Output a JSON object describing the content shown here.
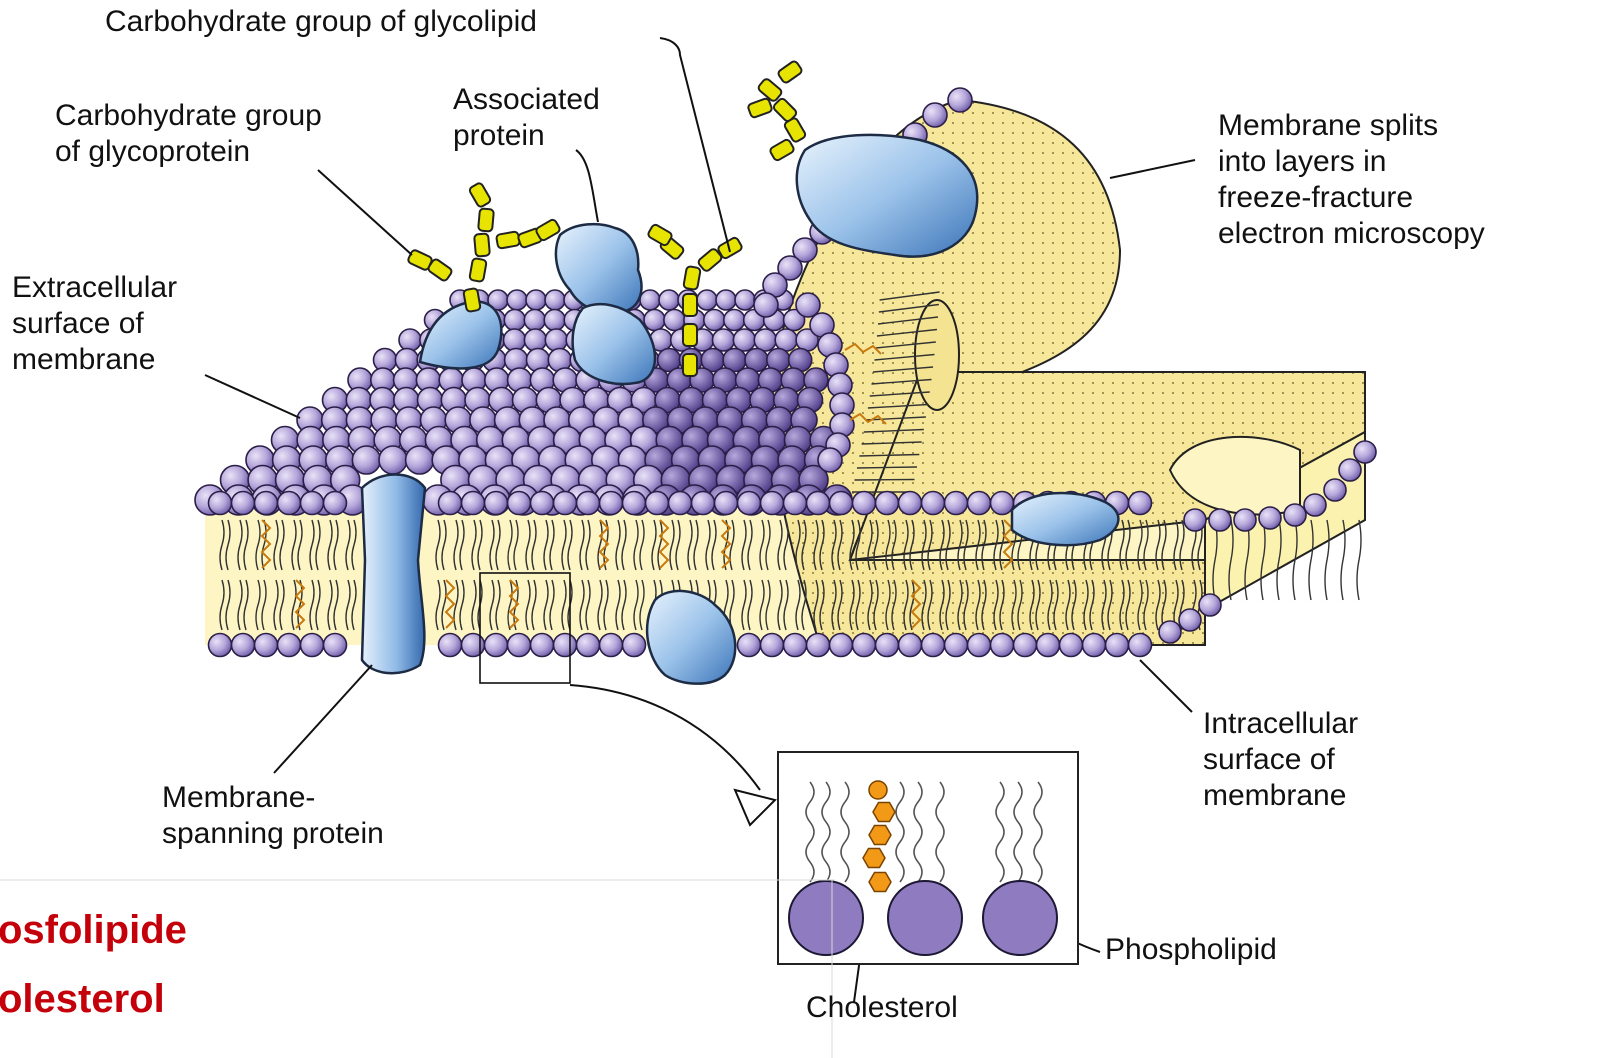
{
  "labels": {
    "glycolipid_carb": "Carbohydrate group of glycolipid",
    "glycoprotein_carb": "Carbohydrate group\nof glycoprotein",
    "associated_protein": "Associated\nprotein",
    "extracellular": "Extracellular\nsurface of\nmembrane",
    "freeze_fracture": "Membrane splits\ninto layers in\nfreeze-fracture\nelectron microscopy",
    "membrane_spanning": "Membrane-\nspanning protein",
    "intracellular": "Intracellular\nsurface of\nmembrane",
    "phospholipid": "Phospholipid",
    "cholesterol": "Cholesterol"
  },
  "overlay": {
    "line1": "osfolipide",
    "line2": "olesterol"
  },
  "colors": {
    "head_purple": "#b3a3d8",
    "head_stroke": "#2b1f47",
    "tail_yellow": "#fdf6c4",
    "fracture_face": "#f6e79a",
    "protein_blue": "#9cc3ea",
    "carb_yellow": "#e6e400",
    "cholesterol_orange": "#f29a17",
    "overlay_red": "#c4000a"
  }
}
